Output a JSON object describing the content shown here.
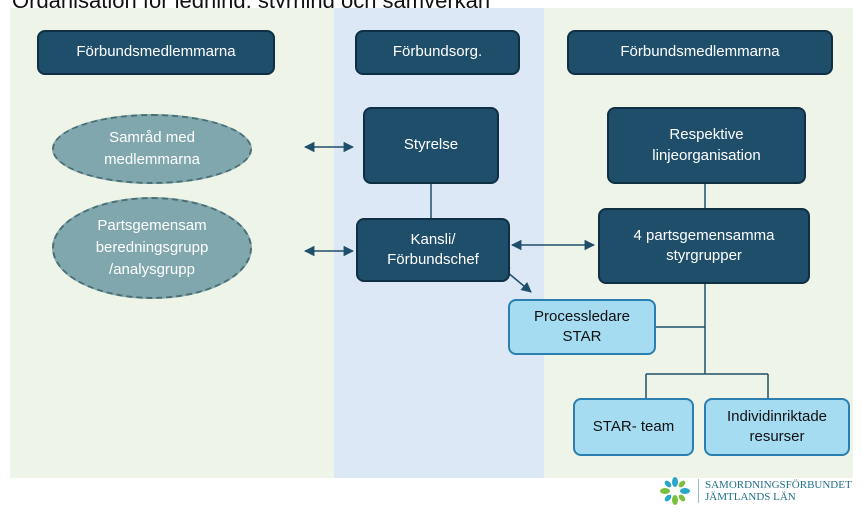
{
  "title": "Organisation för ledning, styrning och samverkan",
  "headers": {
    "left": "Förbundsmedlemmarna",
    "middle": "Förbundsorg.",
    "right": "Förbundsmedlemmarna"
  },
  "nodes": {
    "samrad": "Samråd med medlemmarna",
    "partsgemensam": "Partsgemensam beredningsgrupp /analysgrupp",
    "styrelse": "Styrelse",
    "kansli": "Kansli/ Förbundschef",
    "respektive": "Respektive linjeorganisation",
    "styrgrupper": "4 partsgemensamma styrgrupper",
    "processledare": "Processledare STAR",
    "star_team": "STAR- team",
    "individ": "Individinriktade resurser"
  },
  "logo": {
    "line1": "SAMORDNINGSFÖRBUNDET",
    "line2": "JÄMTLANDS LÄN"
  }
}
